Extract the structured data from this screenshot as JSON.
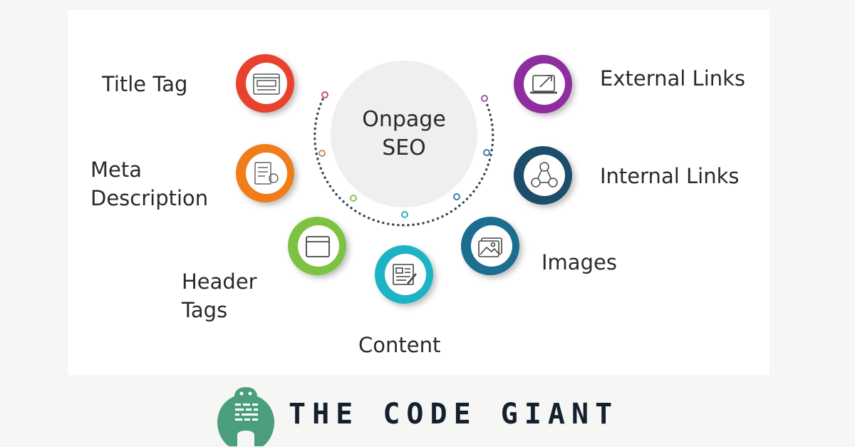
{
  "center": {
    "line1": "Onpage",
    "line2": "SEO"
  },
  "items": [
    {
      "label": "Title Tag",
      "color": "#e8432e",
      "icon": "title-tag-icon"
    },
    {
      "label_line1": "Meta",
      "label_line2": "Description",
      "color": "#ef7d1a",
      "icon": "document-gear-icon"
    },
    {
      "label_line1": "Header",
      "label_line2": "Tags",
      "color": "#7dc242",
      "icon": "browser-window-icon"
    },
    {
      "label": "Content",
      "color": "#1fb3c4",
      "icon": "content-edit-icon"
    },
    {
      "label": "Images",
      "color": "#1a6e8e",
      "icon": "image-gallery-icon"
    },
    {
      "label": "Internal Links",
      "color": "#1d4e6b",
      "icon": "network-links-icon"
    },
    {
      "label": "External Links",
      "color": "#8e2d9e",
      "icon": "external-link-icon"
    }
  ],
  "brand": {
    "name": "THE CODE GIANT",
    "color": "#4a9e7e"
  }
}
